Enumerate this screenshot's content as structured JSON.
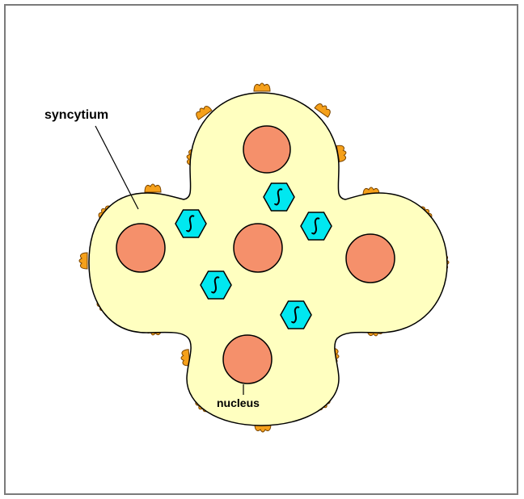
{
  "labels": {
    "syncytium": "syncytium",
    "nucleus": "nucleus"
  },
  "colors": {
    "cell_fill": "#ffffc0",
    "cell_outline": "#000000",
    "nucleus_fill": "#f5906b",
    "particle_fill": "#00e8f0",
    "bump_fill": "#f5a01a",
    "border": "#7a7a7a"
  },
  "icons": {
    "virus_particle": "hexagon-with-s-glyph",
    "surface_bump": "orange-surface-bump"
  }
}
